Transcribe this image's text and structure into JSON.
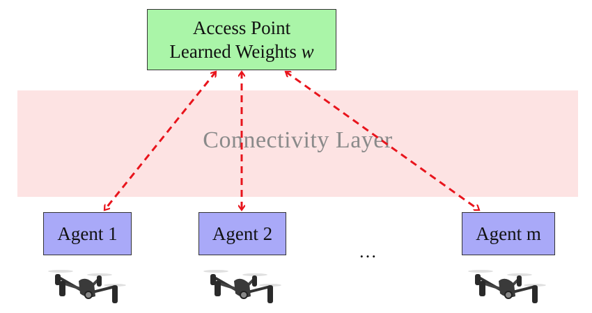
{
  "access_point": {
    "line1": "Access Point",
    "line2_text": "Learned Weights",
    "line2_var": "w"
  },
  "layer": {
    "label": "Connectivity Layer"
  },
  "agents": [
    {
      "label": "Agent 1"
    },
    {
      "label": "Agent 2"
    },
    {
      "label": "Agent m"
    }
  ],
  "ellipsis": "…",
  "colors": {
    "access_point_fill": "#aaf5a8",
    "agent_fill": "#a9a9f8",
    "layer_fill": "#fde3e3",
    "link": "#e8141c"
  }
}
